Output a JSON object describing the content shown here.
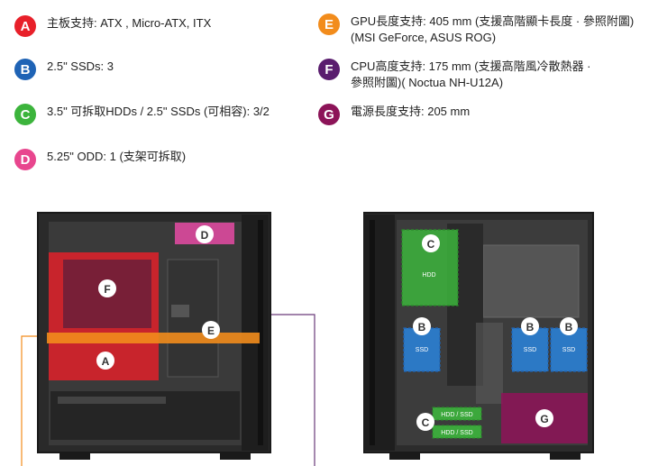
{
  "specs": [
    {
      "letter": "A",
      "color": "#e8202a",
      "text": "主板支持: ATX , Micro-ATX, ITX"
    },
    {
      "letter": "B",
      "color": "#1f63b5",
      "text": "2.5\" SSDs: 3"
    },
    {
      "letter": "C",
      "color": "#3cb43c",
      "text": "3.5\" 可拆取HDDs / 2.5\"  SSDs (可相容): 3/2"
    },
    {
      "letter": "D",
      "color": "#e8468e",
      "text": "5.25\" ODD: 1 (支架可拆取)"
    },
    {
      "letter": "E",
      "color": "#f28c1c",
      "text": "GPU長度支持: 405 mm (支援高階顯卡長度 · 參照附圖)\n(MSI GeForce, ASUS ROG)"
    },
    {
      "letter": "F",
      "color": "#5a1d6e",
      "text": "CPU高度支持: 175 mm (支援高階風冷散熱器 ·\n參照附圖)( Noctua NH-U12A)"
    },
    {
      "letter": "G",
      "color": "#8c1458",
      "text": "電源長度支持: 205 mm"
    }
  ],
  "front_view": {
    "labels": {
      "A": "A",
      "D": "D",
      "E": "E",
      "F": "F"
    }
  },
  "back_view": {
    "labels": {
      "B1": "B",
      "B2": "B",
      "B3": "B",
      "C1": "C",
      "C2": "C",
      "G": "G"
    },
    "hdd_label": "HDD",
    "ssd_label": "SSD",
    "hdd_ssd_label": "HDD / SSD"
  }
}
